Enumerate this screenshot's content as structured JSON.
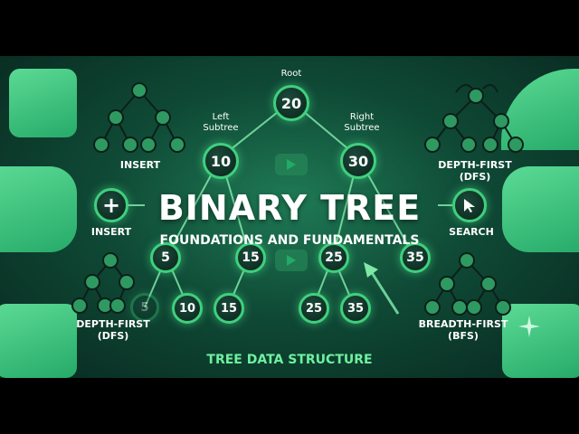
{
  "title": "BINARY TREE",
  "subtitle": "FOUNDATIONS AND FUNDAMENTALS",
  "footer": "TREE DATA STRUCTURE",
  "labels": {
    "root": "Root",
    "left_subtree": "Left\nSubtree",
    "right_subtree": "Right\nSubtree",
    "insert_top": "INSERT",
    "insert_mid": "INSERT",
    "search": "SEARCH",
    "dfs_top": "DEPTH-FIRST\n(DFS)",
    "dfs_bottom": "DEPTH-FIRST\n(DFS)",
    "bfs": "BREADTH-FIRST\n(BFS)"
  },
  "nodes": {
    "root": "20",
    "l1": "10",
    "r1": "30",
    "a": "5",
    "b": "15",
    "c": "25",
    "d": "35",
    "e": "5",
    "f": "10",
    "g": "15",
    "h": "25",
    "i": "35"
  },
  "icons": [
    "plus-icon",
    "cursor-icon",
    "play-icon",
    "sparkle-icon"
  ],
  "colors": {
    "accent": "#3fd07e",
    "bg_dark": "#0b2f24",
    "tile": "#4fd88a"
  }
}
